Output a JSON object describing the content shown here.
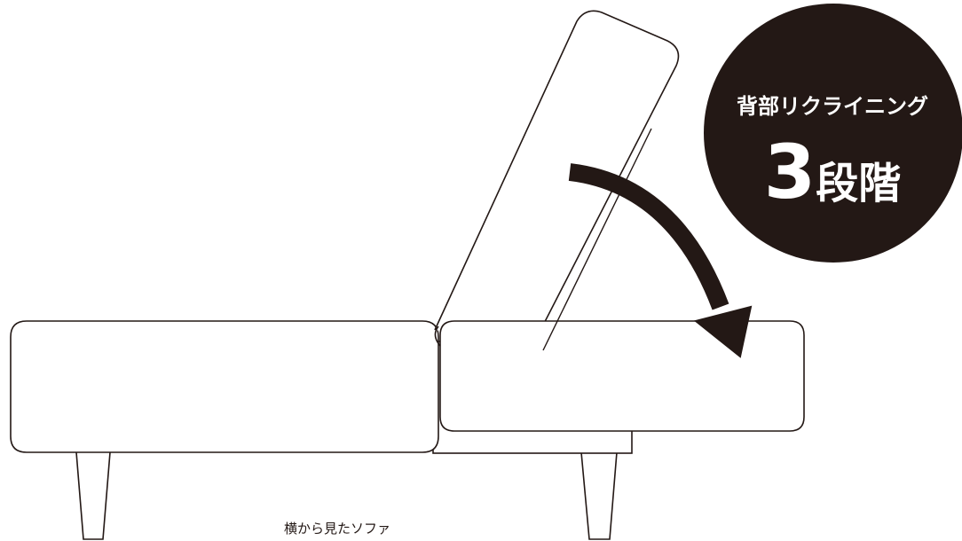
{
  "badge": {
    "line1": "背部リクライニング",
    "number": "3",
    "unit": "段階",
    "bg_color": "#231815",
    "text_color": "#ffffff"
  },
  "caption": "横から見たソファ",
  "colors": {
    "line": "#231815",
    "arrow": "#231815",
    "fill": "#ffffff"
  }
}
